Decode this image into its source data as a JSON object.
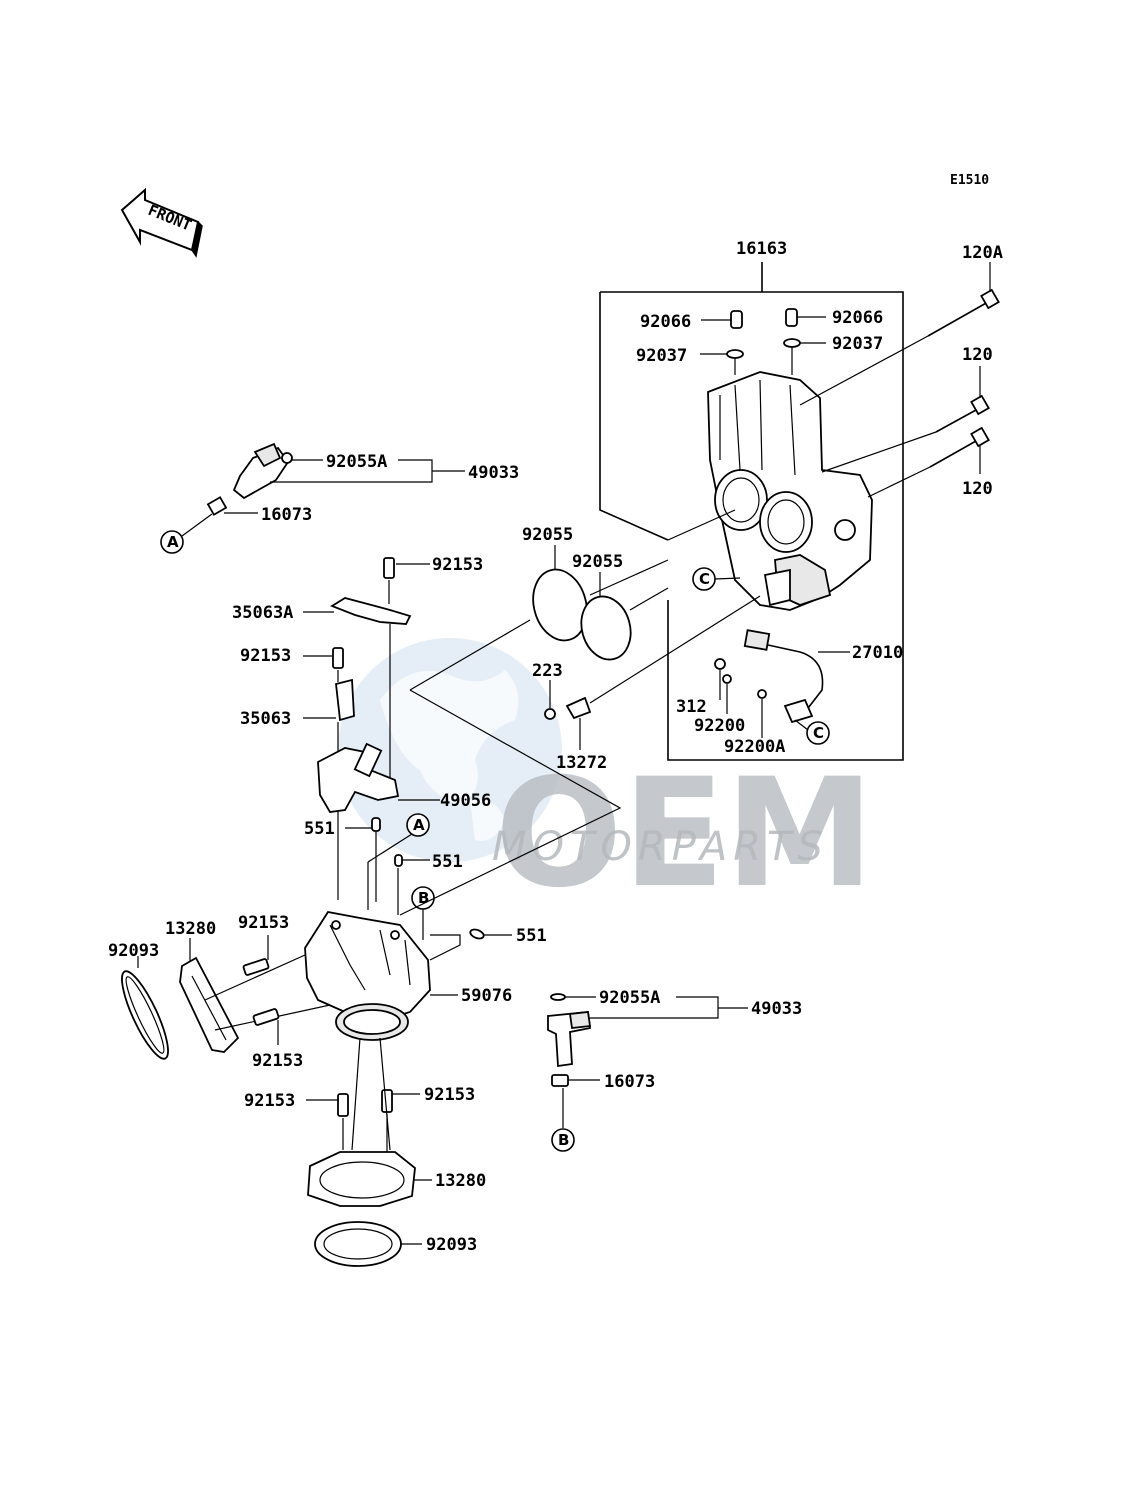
{
  "diagram_code": "E1510",
  "front_label": "FRONT",
  "watermark": {
    "brand": "OEM",
    "subtitle": "MOTORPARTS"
  },
  "callouts": {
    "a": "A",
    "b": "B",
    "c": "C"
  },
  "labels": {
    "p16163": "16163",
    "p120A": "120A",
    "p120_1": "120",
    "p120_2": "120",
    "p92066_l": "92066",
    "p92066_r": "92066",
    "p92037_l": "92037",
    "p92037_r": "92037",
    "p92055A_top": "92055A",
    "p49033_top": "49033",
    "p16073_top": "16073",
    "p92055_1": "92055",
    "p92055_2": "92055",
    "p92153_a": "92153",
    "p35063A": "35063A",
    "p92153_b": "92153",
    "p35063": "35063",
    "p223": "223",
    "p13272": "13272",
    "p49056": "49056",
    "p27010": "27010",
    "p312": "312",
    "p92200": "92200",
    "p92200A": "92200A",
    "p551_a": "551",
    "p551_b": "551",
    "p551_c": "551",
    "p13280_a": "13280",
    "p92153_c": "92153",
    "p92093_a": "92093",
    "p92153_d": "92153",
    "p59076": "59076",
    "p92055A_bot": "92055A",
    "p49033_bot": "49033",
    "p16073_bot": "16073",
    "p92153_e": "92153",
    "p92153_f": "92153",
    "p13280_b": "13280",
    "p92093_b": "92093"
  }
}
